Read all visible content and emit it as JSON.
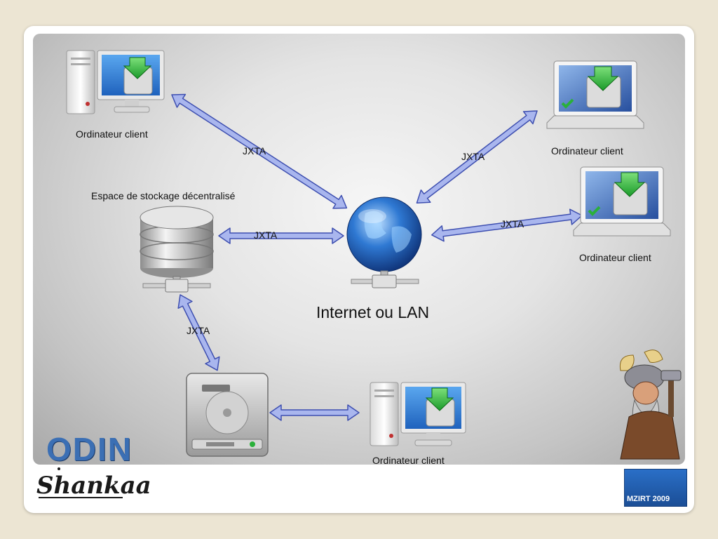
{
  "labels": {
    "client_top_left": "Ordinateur client",
    "client_top_right": "Ordinateur client",
    "client_right": "Ordinateur client",
    "client_bottom": "Ordinateur client",
    "storage": "Espace de stockage décentralisé",
    "hub": "Internet ou LAN"
  },
  "connections": [
    {
      "id": "hub-client-top-left",
      "label": "JXTA"
    },
    {
      "id": "hub-client-top-right",
      "label": "JXTA"
    },
    {
      "id": "hub-client-right",
      "label": "JXTA"
    },
    {
      "id": "hub-storage",
      "label": "JXTA"
    },
    {
      "id": "storage-harddisk",
      "label": "JXTA"
    },
    {
      "id": "harddisk-client-bottom",
      "label": ""
    }
  ],
  "branding": {
    "odin": "ODIN",
    "shankaa": "Shankaa",
    "event_logo_text": "MZIRT 2009"
  },
  "colors": {
    "arrow_fill": "#a9b6ee",
    "arrow_stroke": "#3e4fb0",
    "globe": "#1f5fbf",
    "odin_blue": "#3b6fb4"
  }
}
